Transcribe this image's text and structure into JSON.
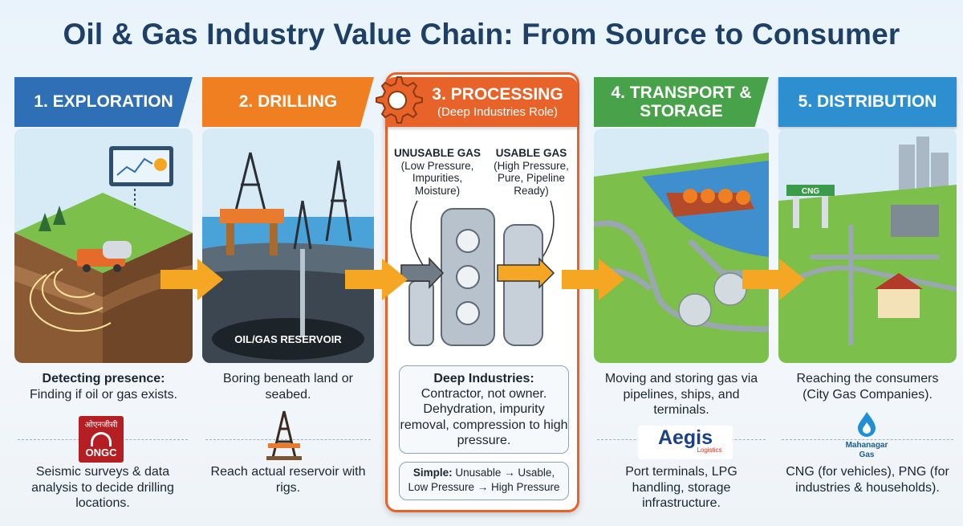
{
  "title": "Oil & Gas Industry Value Chain: From Source to Consumer",
  "colors": {
    "exploration": "#2f6fb5",
    "drilling": "#f07f22",
    "processing": "#e8632a",
    "transport": "#48a24a",
    "distribution": "#2d8fd0",
    "arrow": "#f5a623"
  },
  "stages": [
    {
      "heading": "1. EXPLORATION",
      "desc_bold": "Detecting presence:",
      "desc": "Finding if oil or gas exists.",
      "logo": "ओएनजीसी",
      "logo_caption": "ONGC",
      "note": "Seismic surveys & data analysis to decide drilling locations."
    },
    {
      "heading": "2. DRILLING",
      "panel_label": "OIL/GAS RESERVOIR",
      "desc": "Boring beneath land or seabed.",
      "logo_icon": "drilling-rig-icon",
      "note": "Reach actual reservoir with rigs."
    },
    {
      "heading": "3. PROCESSING",
      "subheading": "(Deep Industries Role)",
      "unusable_title": "UNUSABLE GAS",
      "unusable_desc": "(Low Pressure, Impurities, Moisture)",
      "usable_title": "USABLE GAS",
      "usable_desc": "(High Pressure, Pure, Pipeline Ready)",
      "deep_title": "Deep Industries:",
      "deep_desc": "Contractor, not owner. Dehydration, impurity removal, compression to high pressure.",
      "simple_label": "Simple:",
      "simple_line1": "Unusable → Usable,",
      "simple_line2": "Low Pressure → High Pressure"
    },
    {
      "heading_line1": "4. TRANSPORT &",
      "heading_line2": "STORAGE",
      "desc": "Moving and storing gas via pipelines, ships, and terminals.",
      "logo": "Aegis",
      "logo_caption": "Logistics",
      "note": "Port terminals, LPG handling, storage infrastructure."
    },
    {
      "heading": "5. DISTRIBUTION",
      "desc": "Reaching the consumers (City Gas Companies).",
      "logo_line1": "Mahanagar",
      "logo_line2": "Gas",
      "station_sign": "CNG",
      "note": "CNG (for vehicles), PNG (for industries & households)."
    }
  ]
}
